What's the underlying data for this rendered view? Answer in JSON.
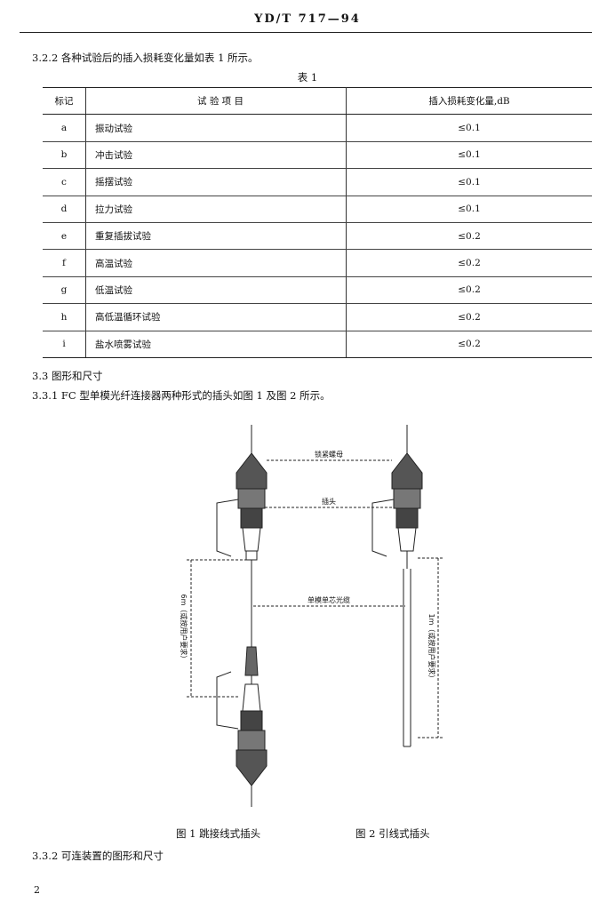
{
  "header": {
    "title": "YD/T 717—94"
  },
  "section_322": {
    "text": "3.2.2  各种试验后的插入损耗变化量如表 1 所示。"
  },
  "table1": {
    "caption": "表 1",
    "headers": {
      "mark": "标记",
      "item": "试  验  项  目",
      "value": "插入损耗变化量,dB"
    },
    "rows": [
      {
        "mark": "a",
        "item": "振动试验",
        "value": "≤0.1"
      },
      {
        "mark": "b",
        "item": "冲击试验",
        "value": "≤0.1"
      },
      {
        "mark": "c",
        "item": "摇摆试验",
        "value": "≤0.1"
      },
      {
        "mark": "d",
        "item": "拉力试验",
        "value": "≤0.1"
      },
      {
        "mark": "e",
        "item": "重复插拔试验",
        "value": "≤0.2"
      },
      {
        "mark": "f",
        "item": "高温试验",
        "value": "≤0.2"
      },
      {
        "mark": "g",
        "item": "低温试验",
        "value": "≤0.2"
      },
      {
        "mark": "h",
        "item": "高低温循环试验",
        "value": "≤0.2"
      },
      {
        "mark": "i",
        "item": "盐水喷雾试验",
        "value": "≤0.2"
      }
    ]
  },
  "section_33": {
    "text": "3.3  图形和尺寸"
  },
  "section_331": {
    "text": "3.3.1  FC 型单模光纤连接器两种形式的插头如图 1 及图 2 所示。"
  },
  "figure": {
    "label_nut": "锁紧螺母",
    "label_plug": "插头",
    "label_fiber": "单模单芯光缆",
    "label_left_len": "6m（或按用户要求）",
    "label_right_len": "1m（或按用户要求）",
    "caption1": "图 1  跳接线式插头",
    "caption2": "图 2  引线式插头"
  },
  "section_332": {
    "text": "3.3.2  可连装置的图形和尺寸"
  },
  "page": {
    "number": "2"
  }
}
